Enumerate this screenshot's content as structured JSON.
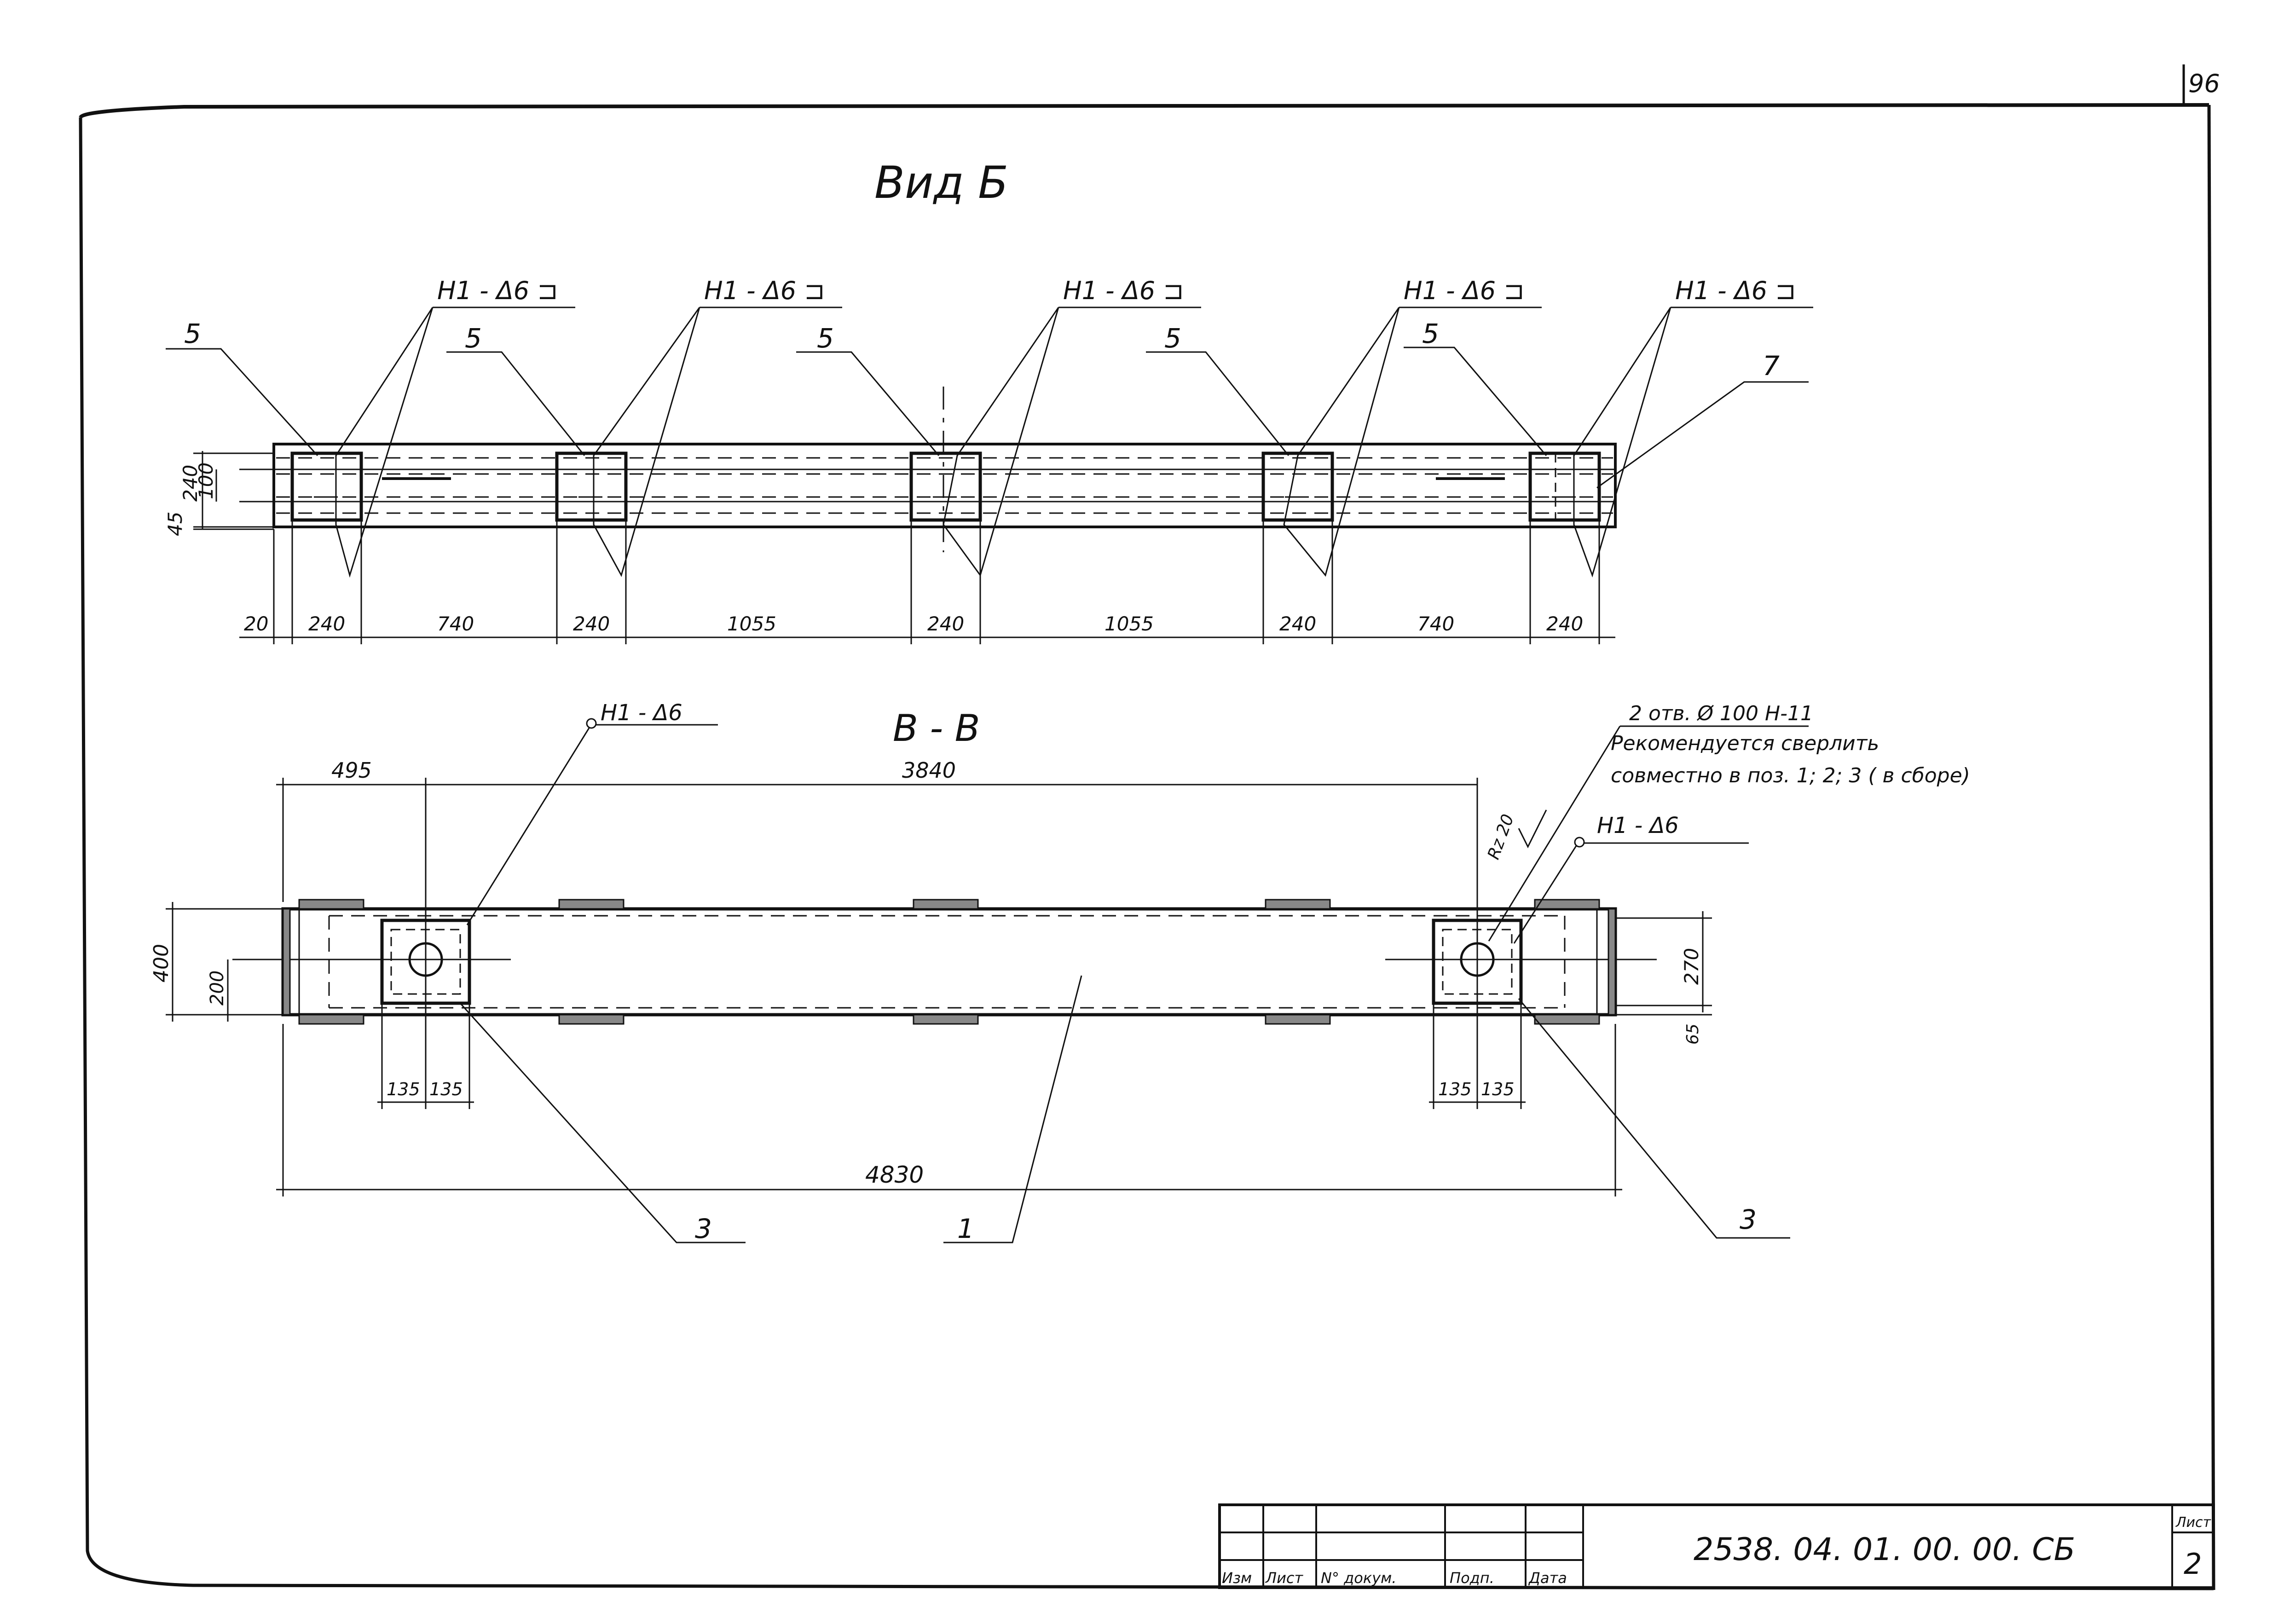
{
  "sheet_corner_number": "96",
  "view_b": {
    "title": "Вид Б",
    "weld_label": "Н1 - Δ6 ⊐",
    "part_plate": "5",
    "part_end": "7",
    "dim_left_height_outer": "240",
    "dim_left_height_inner": "100",
    "dim_left_offset": "45",
    "bottom_dims": [
      "20",
      "240",
      "740",
      "240",
      "1055",
      "240",
      "1055",
      "240",
      "740",
      "240"
    ]
  },
  "section_vv": {
    "title": "В - В",
    "weld_label": "Н1 - Δ6",
    "dim_left": "495",
    "dim_span": "3840",
    "dim_height": "400",
    "dim_half_height": "200",
    "dim_right_height": "270",
    "dim_right_offset": "65",
    "dim_half_plate": "135",
    "dim_total": "4830",
    "part_plate": "3",
    "part_beam": "1",
    "note_line1": "2 отв. Ø 100 Н-11",
    "note_line2": "Рекомендуется сверлить",
    "note_line3": "совместно в поз. 1; 2; 3 ( в сборе)",
    "roughness": "Rz 20"
  },
  "title_block": {
    "document_code": "2538. 04. 01. 00. 00. СБ",
    "sheet_label": "Лист",
    "sheet_number": "2",
    "columns": [
      "Изм",
      "Лист",
      "N° докум.",
      "Подп.",
      "Дата"
    ]
  }
}
